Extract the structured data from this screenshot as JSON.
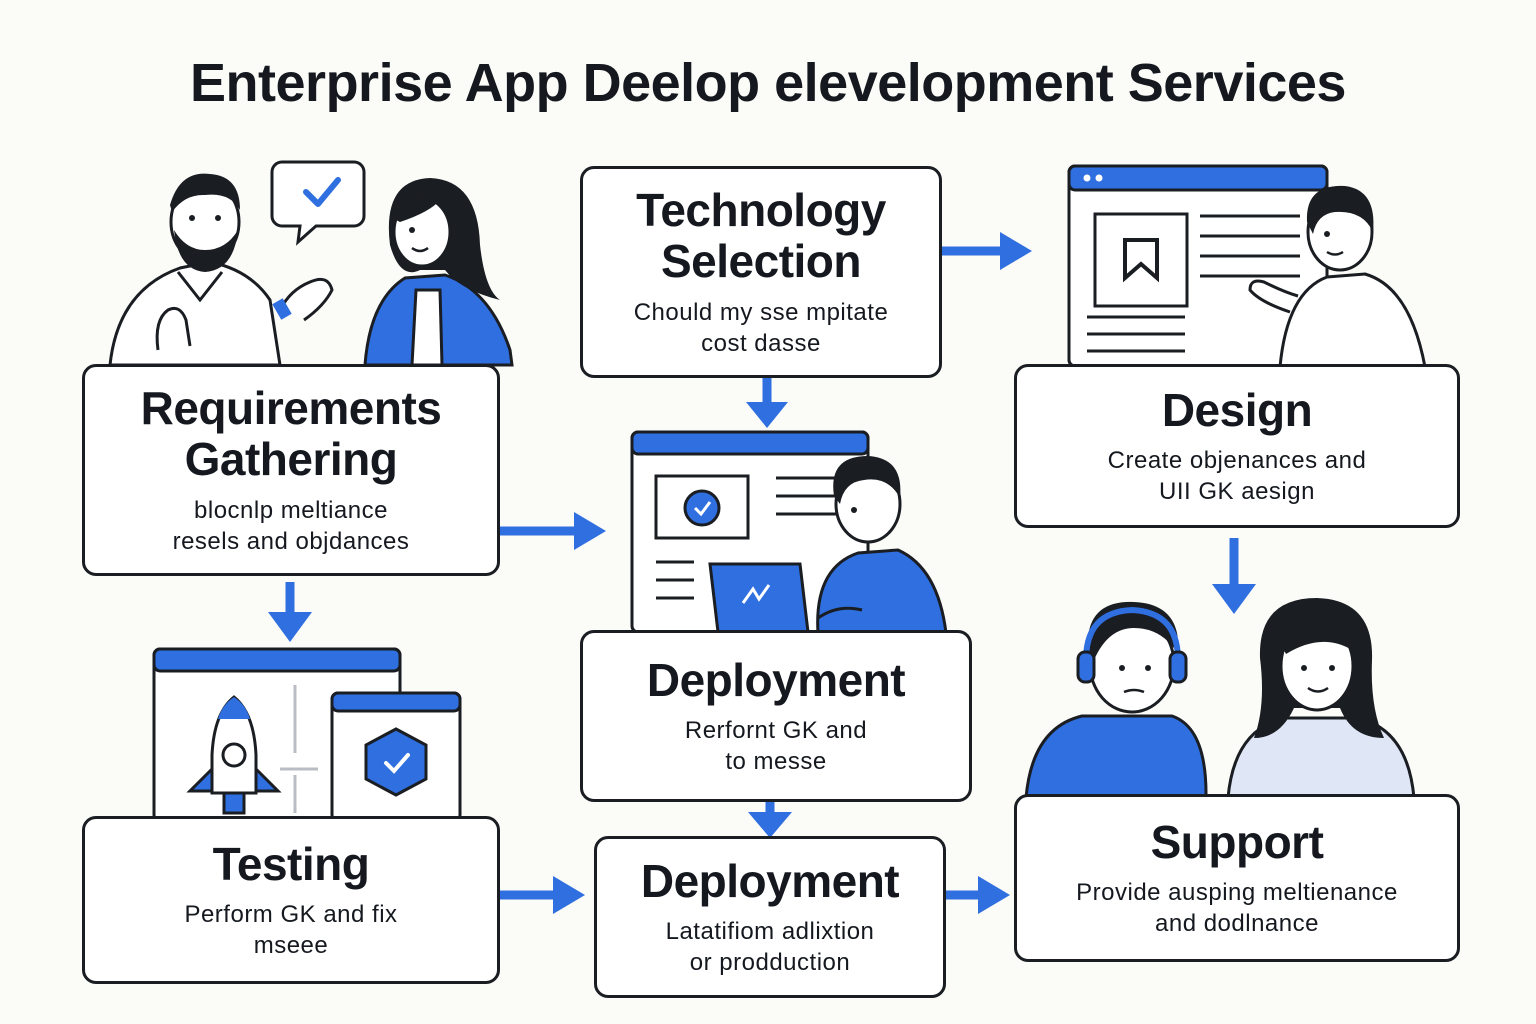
{
  "title": "Enterprise App Deelop elevelopment Services",
  "accent_color": "#2f6fe0",
  "outline_color": "#1a1d22",
  "steps": {
    "requirements": {
      "title_line1": "Requirements",
      "title_line2": "Gathering",
      "description": "blocnlp meltiance\nresels and objdances",
      "illustration": "two-people-discussing-icon"
    },
    "technology": {
      "title_line1": "Technology",
      "title_line2": "Selection",
      "description": "Chould my sse mpitate\ncost dasse"
    },
    "design": {
      "title": "Design",
      "description": "Create objenances and\nUII GK aesign",
      "illustration": "person-presenting-wireframe-icon"
    },
    "deployment_middle": {
      "title": "Deployment",
      "description": "Rerfornt GK and\nto messe",
      "illustration": "developer-at-laptop-icon"
    },
    "testing": {
      "title": "Testing",
      "description": "Perform GK and fix\nmseee",
      "illustration": "rocket-and-shield-windows-icon"
    },
    "deployment_bottom": {
      "title": "Deployment",
      "description": "Latatifiom adlixtion\nor prodduction"
    },
    "support": {
      "title": "Support",
      "description": "Provide ausping meltienance\nand dodlnance",
      "illustration": "support-agents-headset-icon"
    }
  }
}
